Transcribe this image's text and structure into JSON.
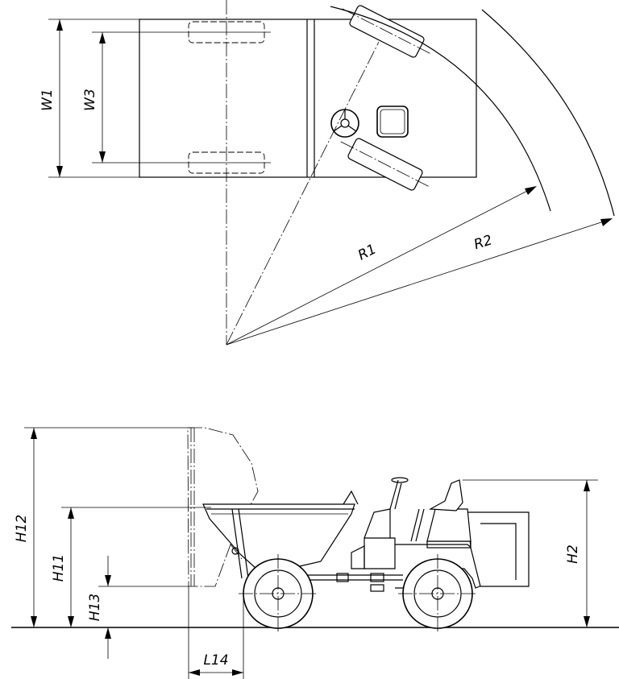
{
  "top_view": {
    "labels": {
      "w1": "W1",
      "w3": "W3",
      "r1": "R1",
      "r2": "R2"
    }
  },
  "side_view": {
    "labels": {
      "h12": "H12",
      "h11": "H11",
      "h13": "H13",
      "h2": "H2",
      "l14": "L14"
    }
  }
}
